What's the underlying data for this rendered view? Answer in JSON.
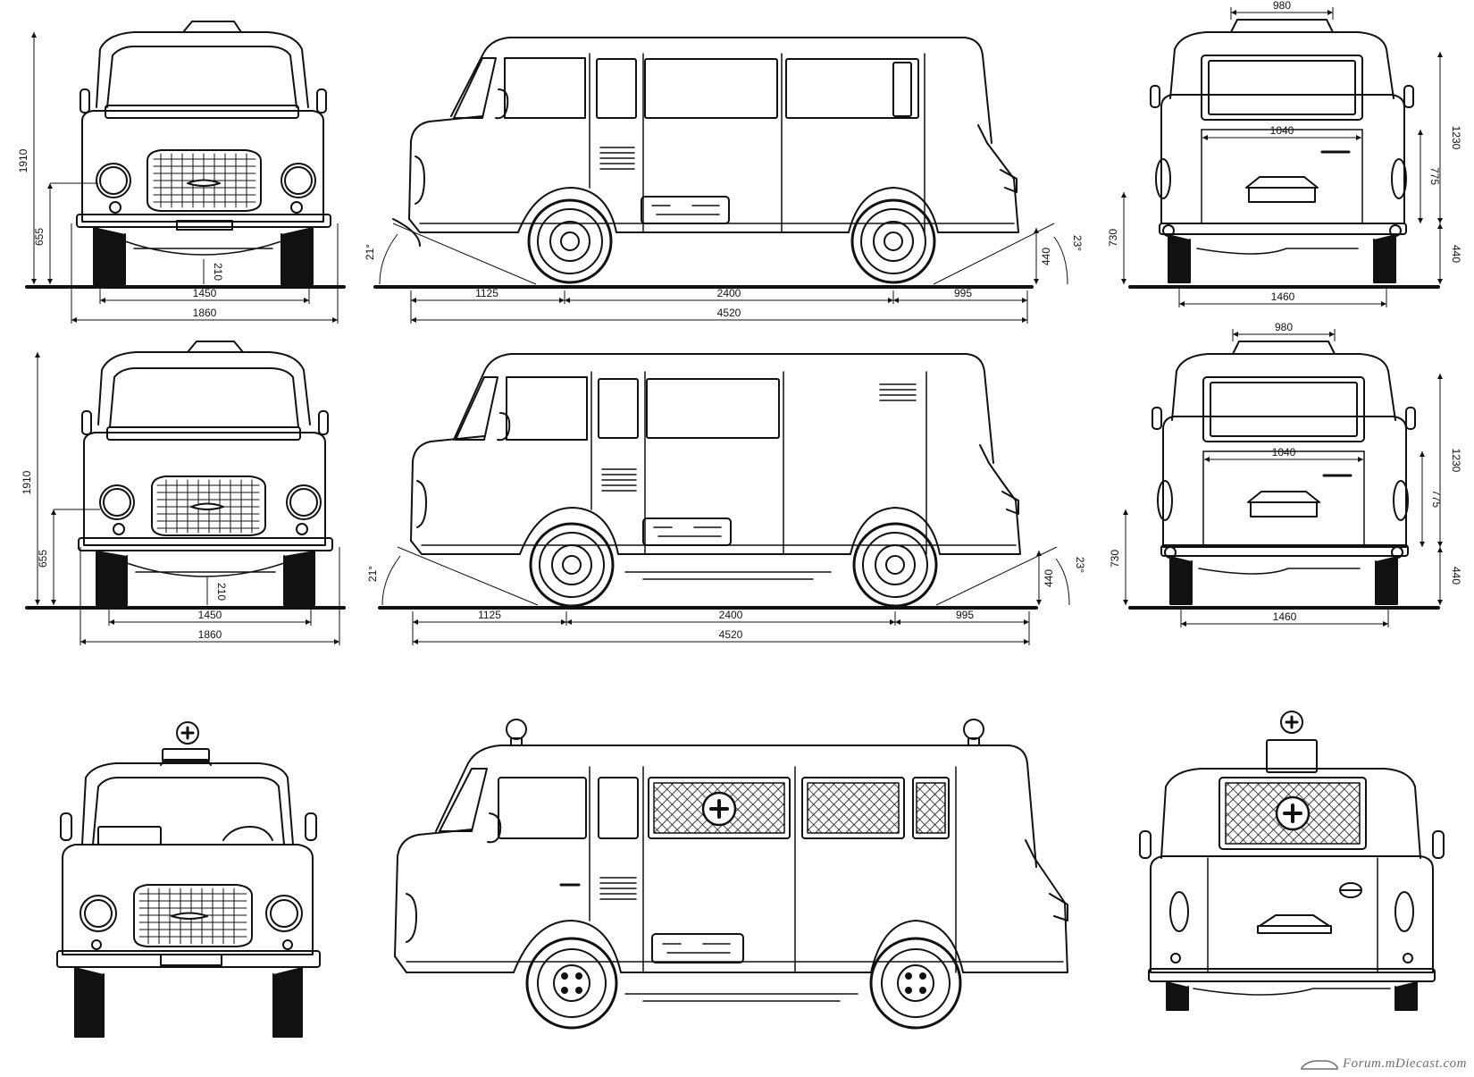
{
  "colors": {
    "ink": "#111111",
    "paper": "#ffffff",
    "watermark": "#6d6d6d"
  },
  "watermark": {
    "text": "Forum.mDiecast.com"
  },
  "views": [
    {
      "id": "front-1",
      "dims": {
        "height": "1910",
        "lamp": "655",
        "clearance": "210",
        "track": "1450",
        "width": "1860"
      }
    },
    {
      "id": "side-1",
      "dims": {
        "approach": "21°",
        "departure": "23°",
        "rear_h": "440",
        "overhang_f": "1125",
        "wheelbase": "2400",
        "overhang_r": "995",
        "length": "4520"
      }
    },
    {
      "id": "rear-1",
      "dims": {
        "roof": "980",
        "door": "1040",
        "height": "1230",
        "door_h": "775",
        "lamp": "730",
        "floor": "440",
        "track": "1460"
      }
    },
    {
      "id": "front-2",
      "dims": {
        "height": "1910",
        "lamp": "655",
        "clearance": "210",
        "track": "1450",
        "width": "1860"
      }
    },
    {
      "id": "side-2",
      "dims": {
        "approach": "21°",
        "departure": "23°",
        "rear_h": "440",
        "overhang_f": "1125",
        "wheelbase": "2400",
        "overhang_r": "995",
        "length": "4520"
      }
    },
    {
      "id": "rear-2",
      "dims": {
        "roof": "980",
        "door": "1040",
        "height": "1230",
        "door_h": "775",
        "lamp": "730",
        "floor": "440",
        "track": "1460"
      }
    }
  ]
}
